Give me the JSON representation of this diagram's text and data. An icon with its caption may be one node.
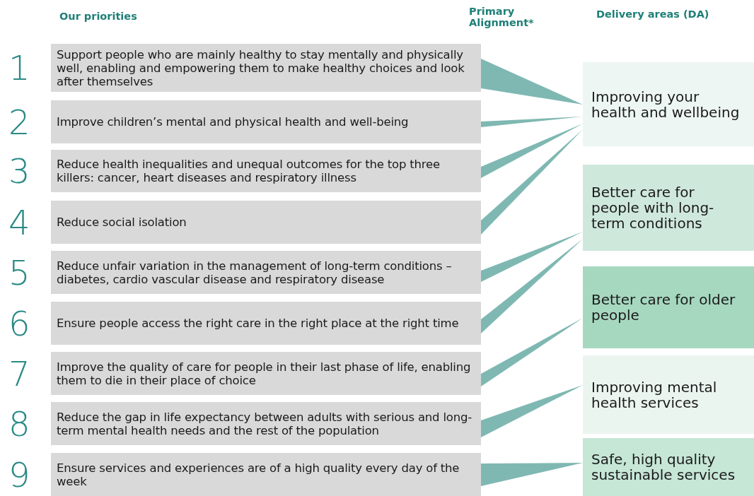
{
  "diagram": {
    "nodes": [
      {
        "text": [
          "Support people who are mainly healthy to stay mentally and physically well, enabling and empowering them to make healthy choices and look after themselves"
        ],
        "beside": [
          "1"
        ]
      },
      {
        "text": [
          "Improve children’s mental and physical health and well-being"
        ],
        "beside": [
          "2"
        ]
      },
      {
        "text": [
          "Reduce health inequalities and unequal outcomes for the top three killers: cancer, heart diseases and respiratory illness"
        ],
        "beside": [
          "3"
        ]
      },
      {
        "text": [
          "Reduce social isolation"
        ],
        "beside": [
          "4"
        ]
      },
      {
        "text": [
          "Reduce unfair variation in the management of long-term conditions – diabetes, cardio vascular disease and respiratory disease"
        ],
        "beside": [
          "5"
        ]
      },
      {
        "text": [
          "Ensure people access the right care in the right place at the right time"
        ],
        "beside": [
          "6"
        ]
      },
      {
        "text": [
          "Improve the quality of care for people in their last phase of life, enabling them to die in their place of choice"
        ],
        "beside": [
          "7"
        ]
      },
      {
        "text": [
          "Reduce the gap in life expectancy between adults with serious and long-term mental health needs and the rest of the population"
        ],
        "beside": [
          "8"
        ]
      },
      {
        "text": [
          "Ensure services and experiences are of a high quality every day of the week"
        ],
        "beside": [
          "9"
        ]
      },
      {
        "text": [
          "Improving your health and wellbeing"
        ]
      },
      {
        "text": [
          "Better care for people with long-term conditions"
        ]
      },
      {
        "text": [
          "Better care for older people"
        ]
      },
      {
        "text": [
          "Improving mental health services"
        ]
      },
      {
        "text": [
          "Safe, high quality sustainable services"
        ]
      }
    ],
    "edges": [
      {
        "from": 0,
        "to": 9,
        "arrow": "none"
      },
      {
        "from": 1,
        "to": 9,
        "arrow": "none"
      },
      {
        "from": 2,
        "to": 9,
        "arrow": "none"
      },
      {
        "from": 3,
        "to": 9,
        "arrow": "none"
      },
      {
        "from": 4,
        "to": 10,
        "arrow": "none"
      },
      {
        "from": 5,
        "to": 10,
        "arrow": "none"
      },
      {
        "from": 6,
        "to": 11,
        "arrow": "none"
      },
      {
        "from": 7,
        "to": 12,
        "arrow": "none"
      },
      {
        "from": 8,
        "to": 13,
        "arrow": "none"
      }
    ],
    "labels": [
      "Our priorities",
      "Primary Alignment*",
      "Delivery areas (DA)"
    ]
  }
}
